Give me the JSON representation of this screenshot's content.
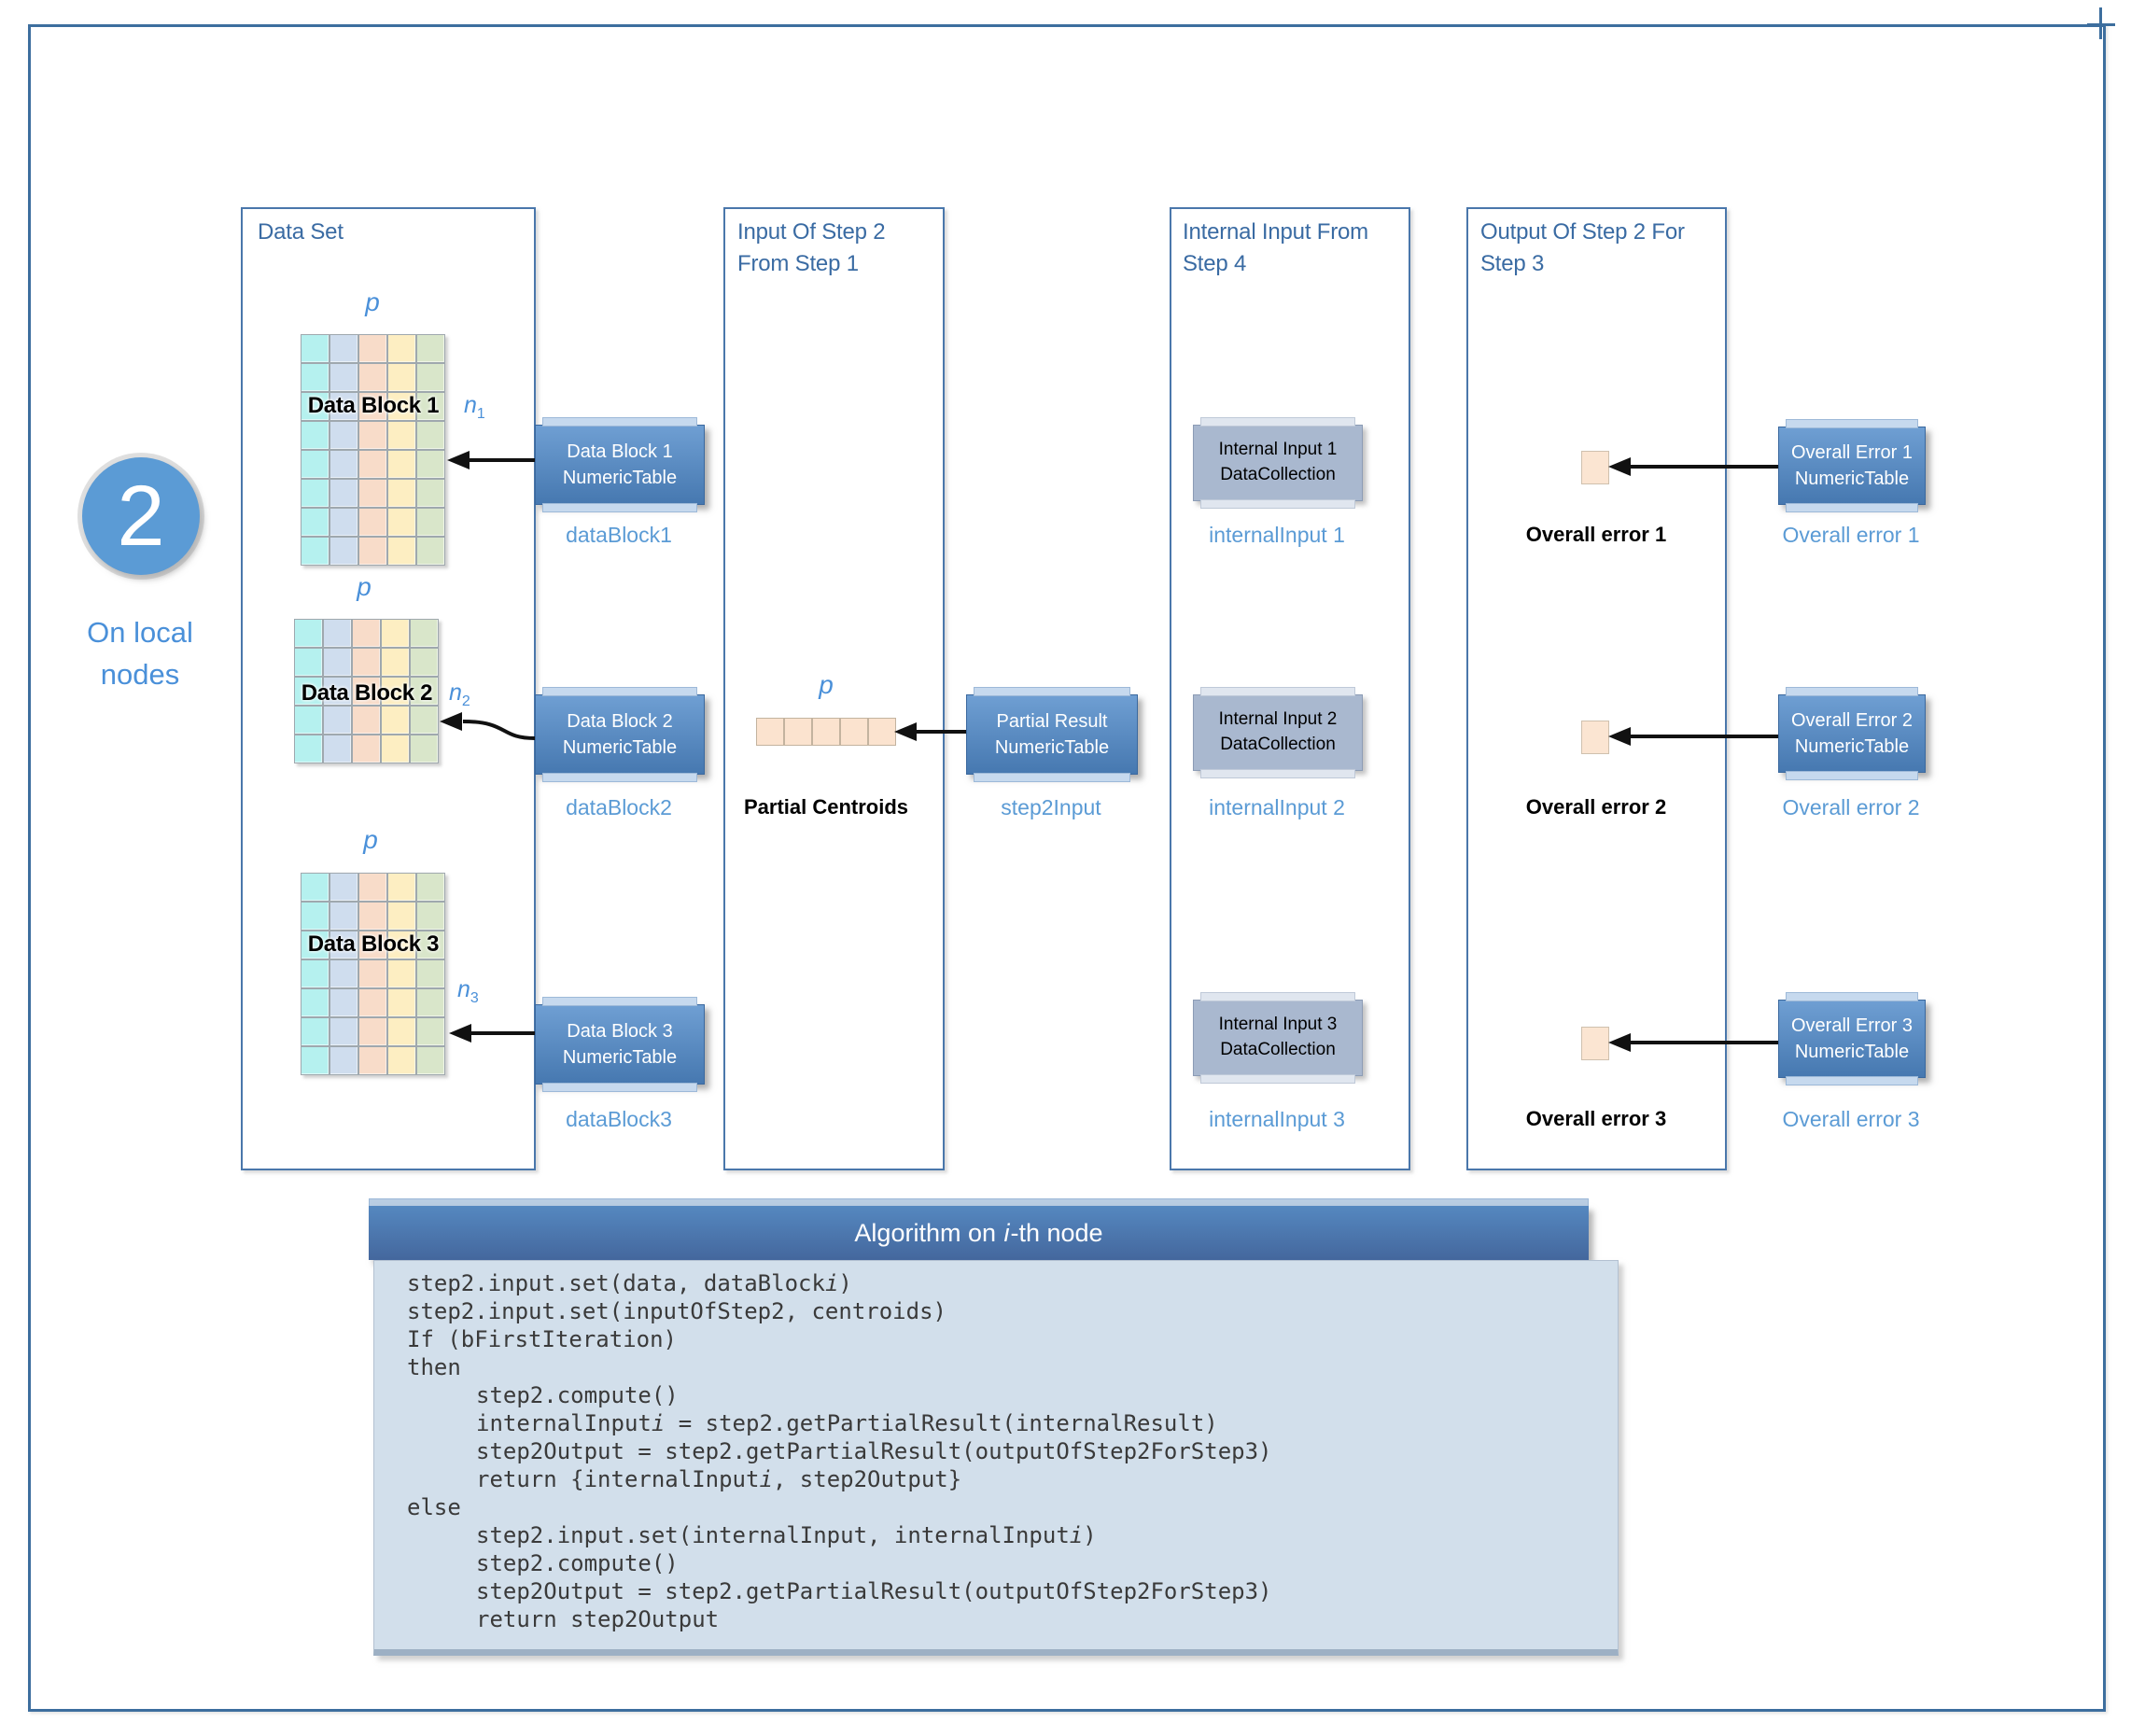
{
  "badge": {
    "number": "2",
    "caption_line1": "On local",
    "caption_line2": "nodes"
  },
  "panels": {
    "dataset": {
      "title": "Data Set"
    },
    "input_step2": {
      "title_line1": "Input Of Step 2",
      "title_line2": "From Step 1"
    },
    "internal_input": {
      "title_line1": "Internal Input From",
      "title_line2": "Step 4"
    },
    "output_step2": {
      "title_line1": "Output Of Step 2 For",
      "title_line2": "Step 3"
    }
  },
  "dims": {
    "p": "p",
    "n": "n",
    "n_subs": [
      "1",
      "2",
      "3"
    ]
  },
  "rows": [
    {
      "block_label": "Data Block 1",
      "data_box_line1": "Data Block 1",
      "data_box_line2": "NumericTable",
      "data_var": "dataBlock1",
      "internal_box_line1": "Internal Input 1",
      "internal_box_line2": "DataCollection",
      "internal_var": "internalInput 1",
      "overall_error_label": "Overall error 1",
      "error_box_line1": "Overall Error 1",
      "error_box_line2": "NumericTable",
      "error_var": "Overall error 1"
    },
    {
      "block_label": "Data Block 2",
      "data_box_line1": "Data Block 2",
      "data_box_line2": "NumericTable",
      "data_var": "dataBlock2",
      "internal_box_line1": "Internal Input 2",
      "internal_box_line2": "DataCollection",
      "internal_var": "internalInput 2",
      "overall_error_label": "Overall error 2",
      "error_box_line1": "Overall Error 2",
      "error_box_line2": "NumericTable",
      "error_var": "Overall error 2"
    },
    {
      "block_label": "Data Block 3",
      "data_box_line1": "Data Block 3",
      "data_box_line2": "NumericTable",
      "data_var": "dataBlock3",
      "internal_box_line1": "Internal Input 3",
      "internal_box_line2": "DataCollection",
      "internal_var": "internalInput 3",
      "overall_error_label": "Overall error 3",
      "error_box_line1": "Overall Error 3",
      "error_box_line2": "NumericTable",
      "error_var": "Overall error 3"
    }
  ],
  "centroids": {
    "p": "p",
    "label": "Partial Centroids",
    "box_line1": "Partial Result",
    "box_line2": "NumericTable",
    "var": "step2Input"
  },
  "algorithm": {
    "title": [
      {
        "t": "Algorithm on "
      },
      {
        "t": "i",
        "it": true
      },
      {
        "t": "-th node"
      }
    ],
    "code_lines": [
      {
        "indent": 0,
        "segs": [
          {
            "t": "step2.input.set(data, dataBlock"
          },
          {
            "t": "i",
            "it": true
          },
          {
            "t": ")"
          }
        ]
      },
      {
        "indent": 0,
        "segs": [
          {
            "t": "step2.input.set(inputOfStep2, centroids)"
          }
        ]
      },
      {
        "indent": 0,
        "segs": [
          {
            "t": "If (bFirstIteration)"
          }
        ]
      },
      {
        "indent": 0,
        "segs": [
          {
            "t": "then"
          }
        ]
      },
      {
        "indent": 1,
        "segs": [
          {
            "t": "step2.compute()"
          }
        ]
      },
      {
        "indent": 1,
        "segs": [
          {
            "t": "internalInput"
          },
          {
            "t": "i",
            "it": true
          },
          {
            "t": " = step2.getPartialResult(internalResult)"
          }
        ]
      },
      {
        "indent": 1,
        "segs": [
          {
            "t": "step2Output = step2.getPartialResult(outputOfStep2ForStep3)"
          }
        ]
      },
      {
        "indent": 1,
        "segs": [
          {
            "t": "return {internalInput"
          },
          {
            "t": "i",
            "it": true
          },
          {
            "t": ", step2Output}"
          }
        ]
      },
      {
        "indent": 0,
        "segs": [
          {
            "t": "else"
          }
        ]
      },
      {
        "indent": 1,
        "segs": [
          {
            "t": "step2.input.set(internalInput, internalInput"
          },
          {
            "t": "i",
            "it": true
          },
          {
            "t": ")"
          }
        ]
      },
      {
        "indent": 1,
        "segs": [
          {
            "t": "step2.compute()"
          }
        ]
      },
      {
        "indent": 1,
        "segs": [
          {
            "t": "step2Output = step2.getPartialResult(outputOfStep2ForStep3)"
          }
        ]
      },
      {
        "indent": 1,
        "segs": [
          {
            "t": "return step2Output"
          }
        ]
      }
    ]
  },
  "grids": {
    "column_colors": [
      "#b5f1ef",
      "#cfddee",
      "#f8dcc9",
      "#fdeec2",
      "#d9e6ca"
    ],
    "blocks": [
      {
        "rows": 8,
        "cols": 5
      },
      {
        "rows": 5,
        "cols": 5
      },
      {
        "rows": 7,
        "cols": 5
      }
    ],
    "centroid_cells": 5,
    "centroid_color": "#fbe3cf"
  },
  "colors": {
    "accent_blue": "#5b9bd5",
    "panel_border": "#4a77ab",
    "node_box_fill": "#4f81bd",
    "gray_box_fill": "#a9b8cf",
    "peach_square": "#fbe5d2",
    "header_fill": "#4a80bb",
    "code_background": "#d2dfeb",
    "title_text": "#3a6ba3"
  }
}
